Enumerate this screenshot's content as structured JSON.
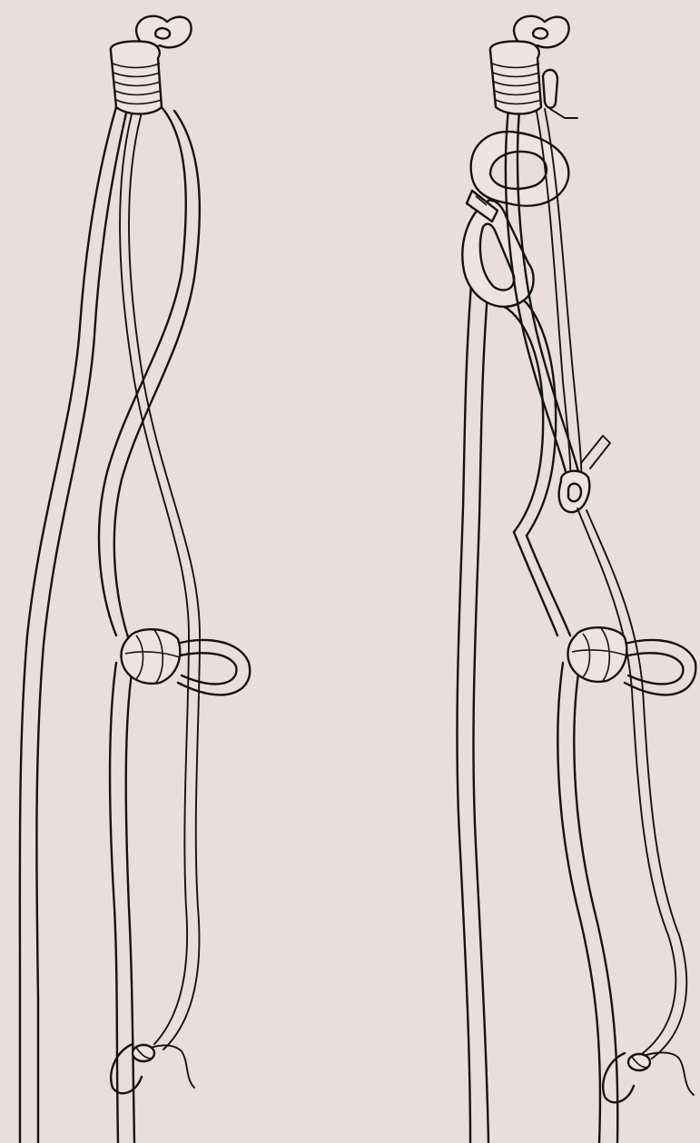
{
  "background_color": "#e9dedd",
  "line_color": "#161214",
  "figures": [
    {
      "id": "left",
      "components": [
        "anchor-hook",
        "bolt-wrap",
        "double-rope-loop",
        "twisted-cord",
        "middle-knot",
        "knot-side-loop",
        "bottom-hook-knot"
      ]
    },
    {
      "id": "right",
      "components": [
        "anchor-hook",
        "bolt-wrap",
        "anchor-ring",
        "carabiner",
        "cord-clip",
        "twisted-cord",
        "middle-knot",
        "knot-side-loop",
        "bottom-hook-knot"
      ]
    }
  ]
}
